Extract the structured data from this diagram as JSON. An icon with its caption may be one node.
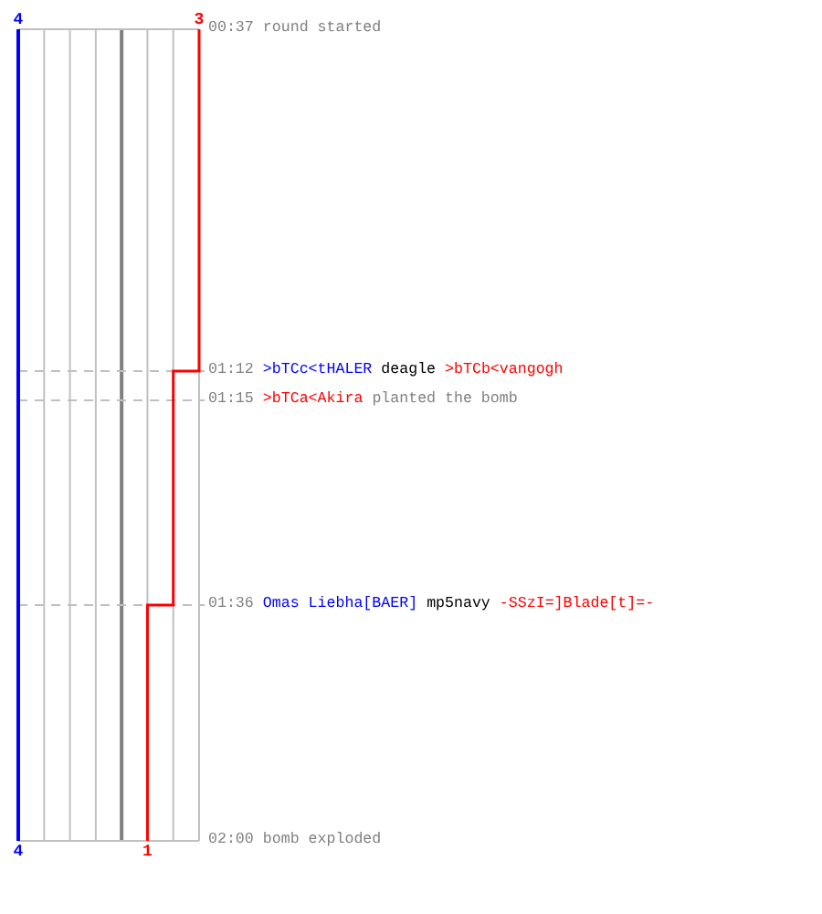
{
  "diagram": {
    "labels": [
      "4",
      "3",
      "00:37",
      "round started",
      "01:12",
      ">bTCc<tHALER",
      "deagle",
      ">bTCb<vangogh",
      "01:15",
      ">bTCa<Akira",
      "planted the bomb",
      "01:36",
      "Omas Liebha[BAER]",
      "mp5navy",
      "-SSzI=]Blade[t]=-",
      "4",
      "1",
      "02:00",
      "bomb exploded"
    ]
  }
}
